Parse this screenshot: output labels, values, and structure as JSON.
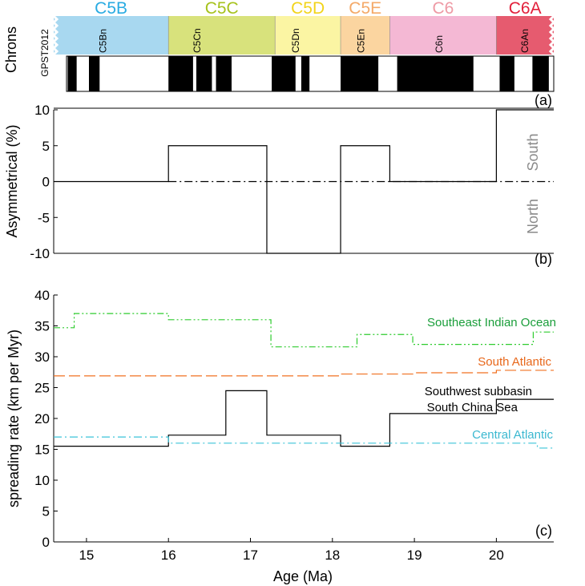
{
  "chart_data": [
    {
      "panel": "(a)",
      "type": "timescale",
      "ylabel": "Chrons",
      "track_label": "GPST2012",
      "epochs": [
        {
          "name": "C5B",
          "start": 14.6,
          "end": 16.0,
          "color": "#a8d8f0",
          "text_color": "#29abe2"
        },
        {
          "name": "C5C",
          "start": 16.0,
          "end": 17.3,
          "color": "#d8e27c",
          "text_color": "#a6c21b"
        },
        {
          "name": "C5D",
          "start": 17.3,
          "end": 18.1,
          "color": "#fbf5a3",
          "text_color": "#f2d41a"
        },
        {
          "name": "C5E",
          "start": 18.1,
          "end": 18.7,
          "color": "#fbd5a0",
          "text_color": "#f4a968"
        },
        {
          "name": "C6",
          "start": 18.7,
          "end": 20.0,
          "color": "#f4b8d4",
          "text_color": "#ee9aa5"
        },
        {
          "name": "C6A",
          "start": 20.0,
          "end": 20.7,
          "color": "#e65b6f",
          "text_color": "#e21f3a"
        }
      ],
      "chron_labels": [
        {
          "name": "C5Bn",
          "x": 15.2
        },
        {
          "name": "C5Cn",
          "x": 16.35
        },
        {
          "name": "C5Dn",
          "x": 17.55
        },
        {
          "name": "C5En",
          "x": 18.35
        },
        {
          "name": "C6n",
          "x": 19.3
        },
        {
          "name": "C6An",
          "x": 20.35
        }
      ],
      "normal_polarity": [
        [
          14.77,
          14.88
        ],
        [
          15.03,
          15.16
        ],
        [
          16.0,
          16.3
        ],
        [
          16.34,
          16.53
        ],
        [
          16.58,
          16.77
        ],
        [
          17.26,
          17.55
        ],
        [
          17.62,
          17.72
        ],
        [
          18.1,
          18.56
        ],
        [
          18.79,
          19.72
        ],
        [
          20.04,
          20.22
        ],
        [
          20.44,
          20.64
        ]
      ],
      "xlim": [
        14.6,
        20.7
      ]
    },
    {
      "panel": "(b)",
      "type": "line",
      "ylabel": "Asymmetrical (%)",
      "ylim": [
        -10,
        10
      ],
      "yticks": [
        -10,
        -5,
        0,
        5,
        10
      ],
      "xlim": [
        14.6,
        20.7
      ],
      "side_labels": {
        "top": "South",
        "bottom": "North"
      },
      "series": [
        {
          "style": "step",
          "color": "#000000",
          "x": [
            14.6,
            16.0,
            16.0,
            17.2,
            17.2,
            18.1,
            18.1,
            18.7,
            18.7,
            20.0,
            20.0,
            20.7
          ],
          "y": [
            0,
            0,
            5,
            5,
            -10,
            -10,
            5,
            5,
            0,
            0,
            10,
            10
          ]
        },
        {
          "style": "dash-dot",
          "color": "#000000",
          "x": [
            16.0,
            20.7
          ],
          "y": [
            0,
            0
          ]
        }
      ]
    },
    {
      "panel": "(c)",
      "type": "line",
      "xlabel": "Age (Ma)",
      "ylabel": "spreading rate (km per Myr)",
      "xlim": [
        14.6,
        20.7
      ],
      "xticks": [
        15,
        16,
        17,
        18,
        19,
        20
      ],
      "ylim": [
        0,
        40
      ],
      "yticks": [
        0,
        5,
        10,
        15,
        20,
        25,
        30,
        35,
        40
      ],
      "ytick_labels": [
        "0",
        "5",
        "10",
        "15",
        "20",
        "25",
        "30",
        "35",
        "40"
      ],
      "series": [
        {
          "name": "Southeast Indian Ocean",
          "style": "dash-dot-dot",
          "color": "#2ecc2e",
          "label_color": "#1a9e3a",
          "x": [
            14.6,
            14.85,
            14.85,
            16.0,
            16.0,
            17.25,
            17.25,
            18.3,
            18.3,
            18.98,
            18.98,
            20.45,
            20.45,
            20.7
          ],
          "y": [
            34.7,
            34.7,
            37.0,
            37.0,
            36.0,
            36.0,
            31.6,
            31.6,
            33.6,
            33.6,
            32.0,
            32.0,
            34.0,
            34.0
          ]
        },
        {
          "name": "South Atlantic",
          "style": "dashed",
          "color": "#f07020",
          "label_color": "#e8671a",
          "x": [
            14.6,
            18.1,
            18.1,
            19.0,
            19.0,
            20.0,
            20.0,
            20.7
          ],
          "y": [
            26.9,
            26.9,
            27.2,
            27.2,
            27.4,
            27.4,
            27.8,
            27.8
          ]
        },
        {
          "name": "Southwest subbasin South China Sea",
          "label_lines": [
            "Southwest subbasin",
            "South China Sea"
          ],
          "style": "solid",
          "color": "#000000",
          "label_color": "#000000",
          "x": [
            14.6,
            16.0,
            16.0,
            16.7,
            16.7,
            17.2,
            17.2,
            18.1,
            18.1,
            18.7,
            18.7,
            20.0,
            20.0,
            20.7
          ],
          "y": [
            15.5,
            15.5,
            17.3,
            17.3,
            24.5,
            24.5,
            17.3,
            17.3,
            15.5,
            15.5,
            20.8,
            20.8,
            23.1,
            23.1
          ]
        },
        {
          "name": "Central Atlantic",
          "style": "dash-dot",
          "color": "#3bc4d8",
          "label_color": "#3bb8d0",
          "x": [
            14.6,
            16.0,
            16.0,
            20.5,
            20.5,
            20.7
          ],
          "y": [
            17.0,
            17.0,
            16.0,
            16.0,
            15.2,
            15.2
          ]
        }
      ]
    }
  ],
  "panel_labels": [
    "(a)",
    "(b)",
    "(c)"
  ]
}
